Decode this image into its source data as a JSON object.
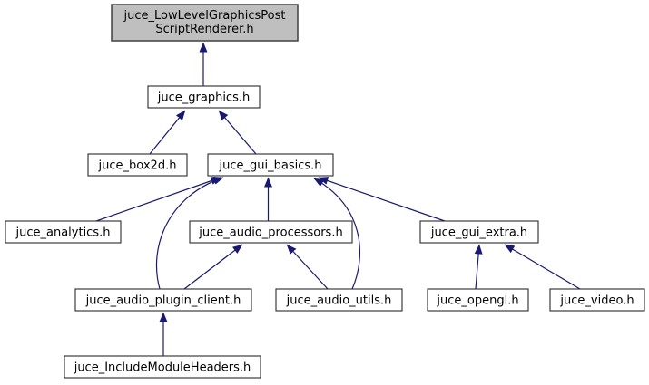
{
  "diagram": {
    "type": "include-dependency-graph",
    "tool_style": "doxygen",
    "description": "Graph of files that include juce_LowLevelGraphicsPostScriptRenderer.h; arrows point from including file toward included file"
  },
  "colors": {
    "background": "#ffffff",
    "edge": "#191970",
    "node_fill": "#ffffff",
    "node_border": "#2b2b2b",
    "highlighted_node_fill": "#bfbfbf"
  },
  "nodes": {
    "lowlevel": {
      "line1": "juce_LowLevelGraphicsPost",
      "line2": "ScriptRenderer.h",
      "full_name": "juce_LowLevelGraphicsPostScriptRenderer.h",
      "highlighted": true
    },
    "graphics": {
      "label": "juce_graphics.h"
    },
    "box2d": {
      "label": "juce_box2d.h"
    },
    "gui_basics": {
      "label": "juce_gui_basics.h"
    },
    "analytics": {
      "label": "juce_analytics.h"
    },
    "audio_processors": {
      "label": "juce_audio_processors.h"
    },
    "gui_extra": {
      "label": "juce_gui_extra.h"
    },
    "audio_plugin_client": {
      "label": "juce_audio_plugin_client.h"
    },
    "audio_utils": {
      "label": "juce_audio_utils.h"
    },
    "opengl": {
      "label": "juce_opengl.h"
    },
    "video": {
      "label": "juce_video.h"
    },
    "include_module_headers": {
      "label": "juce_IncludeModuleHeaders.h"
    }
  },
  "edges": [
    {
      "from": "juce_graphics.h",
      "to": "juce_LowLevelGraphicsPostScriptRenderer.h"
    },
    {
      "from": "juce_box2d.h",
      "to": "juce_graphics.h"
    },
    {
      "from": "juce_gui_basics.h",
      "to": "juce_graphics.h"
    },
    {
      "from": "juce_analytics.h",
      "to": "juce_gui_basics.h"
    },
    {
      "from": "juce_audio_processors.h",
      "to": "juce_gui_basics.h"
    },
    {
      "from": "juce_audio_plugin_client.h",
      "to": "juce_gui_basics.h"
    },
    {
      "from": "juce_audio_utils.h",
      "to": "juce_gui_basics.h"
    },
    {
      "from": "juce_gui_extra.h",
      "to": "juce_gui_basics.h"
    },
    {
      "from": "juce_audio_plugin_client.h",
      "to": "juce_audio_processors.h"
    },
    {
      "from": "juce_audio_utils.h",
      "to": "juce_audio_processors.h"
    },
    {
      "from": "juce_opengl.h",
      "to": "juce_gui_extra.h"
    },
    {
      "from": "juce_video.h",
      "to": "juce_gui_extra.h"
    },
    {
      "from": "juce_IncludeModuleHeaders.h",
      "to": "juce_audio_plugin_client.h"
    }
  ]
}
